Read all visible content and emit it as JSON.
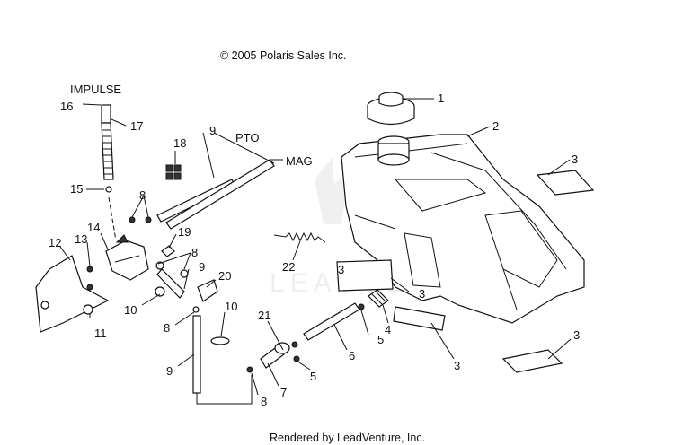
{
  "header": {
    "copyright": "© 2005 Polaris Sales Inc."
  },
  "footer": {
    "rendered_by": "Rendered by LeadVenture, Inc."
  },
  "watermark": {
    "text": "LEADVENTURE"
  },
  "notes": {
    "impulse": "IMPULSE",
    "pto": "PTO",
    "mag": "MAG"
  },
  "callouts": {
    "c1": "1",
    "c2": "2",
    "c3a": "3",
    "c3b": "3",
    "c3c": "3",
    "c3d": "3",
    "c3e": "3",
    "c4": "4",
    "c5a": "5",
    "c5b": "5",
    "c6": "6",
    "c7": "7",
    "c8a": "8",
    "c8b": "8",
    "c8c": "8",
    "c8d": "8",
    "c9a": "9",
    "c9b": "9",
    "c9c": "9",
    "c10a": "10",
    "c10b": "10",
    "c11": "11",
    "c12": "12",
    "c13": "13",
    "c14": "14",
    "c15": "15",
    "c16": "16",
    "c17": "17",
    "c18": "18",
    "c19": "19",
    "c20": "20",
    "c21": "21",
    "c22": "22"
  }
}
